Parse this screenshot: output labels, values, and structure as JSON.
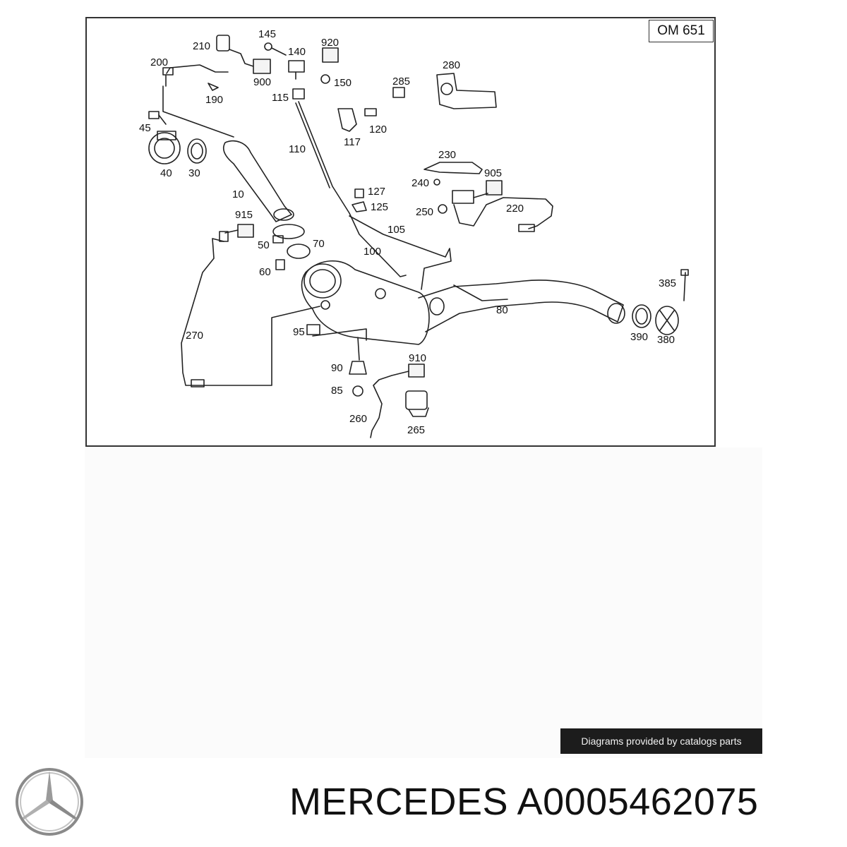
{
  "diagram": {
    "engine_code": "OM 651",
    "callouts": {
      "c10": "10",
      "c30": "30",
      "c40": "40",
      "c45": "45",
      "c50": "50",
      "c60": "60",
      "c70": "70",
      "c80": "80",
      "c85": "85",
      "c90": "90",
      "c95": "95",
      "c100": "100",
      "c105": "105",
      "c110": "110",
      "c115": "115",
      "c117": "117",
      "c120": "120",
      "c125": "125",
      "c127": "127",
      "c140": "140",
      "c145": "145",
      "c150": "150",
      "c190": "190",
      "c200": "200",
      "c210": "210",
      "c220": "220",
      "c230": "230",
      "c240": "240",
      "c250": "250",
      "c260": "260",
      "c265": "265",
      "c270": "270",
      "c280": "280",
      "c285": "285",
      "c380": "380",
      "c385": "385",
      "c390": "390",
      "c900": "900",
      "c905": "905",
      "c910": "910",
      "c915": "915",
      "c920": "920"
    }
  },
  "credit": "Diagrams provided by catalogs parts",
  "title": {
    "brand": "MERCEDES",
    "part_number": "A0005462075"
  },
  "logo_icon": "mercedes-star-icon"
}
